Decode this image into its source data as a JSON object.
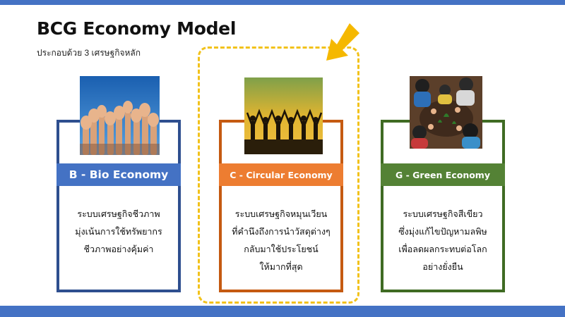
{
  "slide": {
    "title": "BCG Economy Model",
    "subtitle": "ประกอบด้วย 3 เศรษฐกิจหลัก"
  },
  "colors": {
    "accent_bar": "#4472c4",
    "highlight_dash": "#f2c21b",
    "arrow": "#f5b800"
  },
  "cards": [
    {
      "banner": "B - Bio Economy",
      "lines": [
        "ระบบเศรษฐกิจชีวภาพ",
        "มุ่งเน้นการใช้ทรัพยากร",
        "ชีวภาพอย่างคุ้มค่า"
      ],
      "border_color": "#2e4f8f",
      "banner_color": "#4472c4",
      "image": "raised-hands-photo"
    },
    {
      "banner": "C - Circular Economy",
      "lines": [
        "ระบบเศรษฐกิจหมุนเวียน",
        "ที่คำนึงถึงการนำวัสดุต่างๆ",
        "กลับมาใช้ประโยชน์",
        "ให้มากที่สุด"
      ],
      "border_color": "#c55a11",
      "banner_color": "#ed7d31",
      "image": "silhouettes-sunset-photo"
    },
    {
      "banner": "G - Green Economy",
      "lines": [
        "ระบบเศรษฐกิจสีเขียว",
        "ซึ่งมุ่งแก้ไขปัญหามลพิษ",
        "เพื่อลดผลกระทบต่อโลก",
        "อย่างยั่งยืน"
      ],
      "border_color": "#3f6b23",
      "banner_color": "#548235",
      "image": "children-planting-photo"
    }
  ]
}
